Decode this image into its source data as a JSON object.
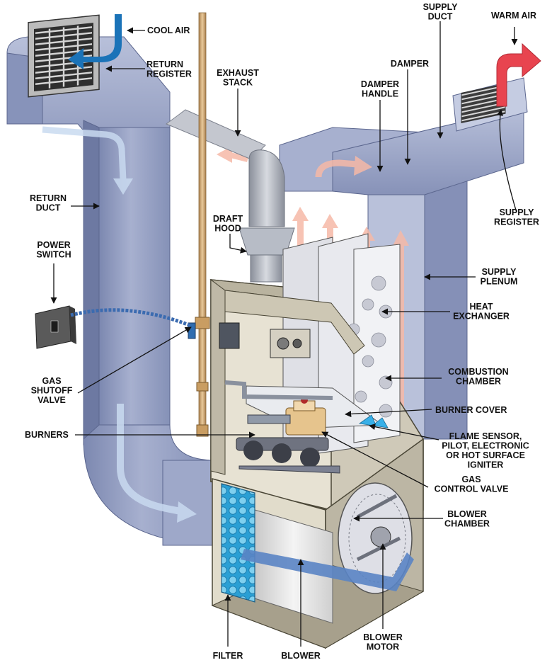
{
  "colors": {
    "duct": "#9aa4c6",
    "duct_dark": "#6e7aa3",
    "duct_light": "#c5cce2",
    "cabinet": "#d8d3c4",
    "cabinet_dark": "#8f8a7a",
    "flow_cool": "#b6cde6",
    "flow_warm": "#f6b9a7",
    "flow_hot": "#e8444f",
    "cool_arrow": "#1b73b8",
    "filter": "#3aaedd",
    "pipe": "#d1a873"
  },
  "labels": {
    "cool_air": [
      "COOL AIR"
    ],
    "return_register": [
      "RETURN",
      "REGISTER"
    ],
    "exhaust_stack": [
      "EXHAUST",
      "STACK"
    ],
    "supply_duct": [
      "SUPPLY",
      "DUCT"
    ],
    "warm_air": [
      "WARM AIR"
    ],
    "damper": [
      "DAMPER"
    ],
    "damper_handle": [
      "DAMPER",
      "HANDLE"
    ],
    "return_duct": [
      "RETURN",
      "DUCT"
    ],
    "draft_hood": [
      "DRAFT",
      "HOOD"
    ],
    "supply_register": [
      "SUPPLY",
      "REGISTER"
    ],
    "power_switch": [
      "POWER",
      "SWITCH"
    ],
    "supply_plenum": [
      "SUPPLY",
      "PLENUM"
    ],
    "heat_exchanger": [
      "HEAT",
      "EXCHANGER"
    ],
    "gas_shutoff_valve": [
      "GAS",
      "SHUTOFF",
      "VALVE"
    ],
    "combustion_chamber": [
      "COMBUSTION",
      "CHAMBER"
    ],
    "burner_cover": [
      "BURNER COVER"
    ],
    "burners": [
      "BURNERS"
    ],
    "flame_sensor": [
      "FLAME SENSOR,",
      "PILOT, ELECTRONIC",
      "OR HOT SURFACE",
      "IGNITER"
    ],
    "gas_control_valve": [
      "GAS",
      "CONTROL VALVE"
    ],
    "blower_chamber": [
      "BLOWER",
      "CHAMBER"
    ],
    "blower_motor": [
      "BLOWER",
      "MOTOR"
    ],
    "filter": [
      "FILTER"
    ],
    "blower": [
      "BLOWER"
    ]
  }
}
